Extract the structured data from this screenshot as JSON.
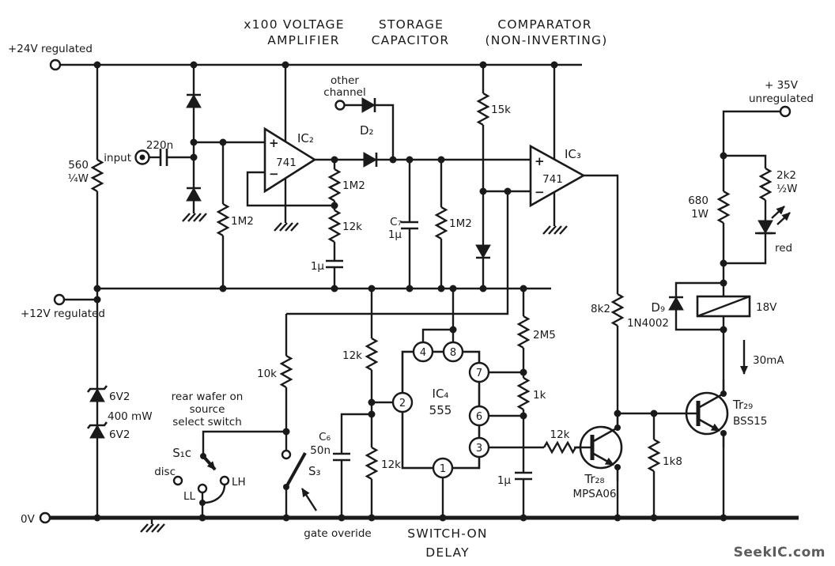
{
  "colors": {
    "ink": "#1a1a1a",
    "watermark": "#5d5d5d",
    "background": "#ffffff"
  },
  "headings": {
    "amp_line1": "x100 VOLTAGE",
    "amp_line2": "AMPLIFIER",
    "storage_line1": "STORAGE",
    "storage_line2": "CAPACITOR",
    "comp_line1": "COMPARATOR",
    "comp_line2": "(NON-INVERTING)",
    "delay_line1": "SWITCH-ON",
    "delay_line2": "DELAY"
  },
  "power": {
    "v24": "+24V regulated",
    "v12": "+12V regulated",
    "v35_line1": "+ 35V",
    "v35_line2": "unregulated",
    "gnd": "0V"
  },
  "input_stage": {
    "input": "input",
    "c220n": "220n",
    "r560_val": "560",
    "r560_pwr": "¼W",
    "r1m2": "1M2",
    "z1": "6V2",
    "z1_pwr": "400 mW",
    "z2": "6V2"
  },
  "amplifier": {
    "ic": "IC₂",
    "part": "741",
    "plus": "+",
    "minus": "−",
    "r_fb": "1M2",
    "r_12k": "12k",
    "c_1u": "1μ"
  },
  "storage": {
    "other_line1": "other",
    "other_line2": "channel",
    "d2": "D₂",
    "c7": "C₇",
    "c7_val": "1μ",
    "r_bleed": "1M2",
    "r15k": "15k"
  },
  "comparator": {
    "ic": "IC₃",
    "part": "741",
    "plus": "+",
    "minus": "−",
    "r8k2": "8k2",
    "r10k": "10k"
  },
  "timer": {
    "ic": "IC₄",
    "part": "555",
    "p1": "1",
    "p2": "2",
    "p3": "3",
    "p4": "4",
    "p6": "6",
    "p7": "7",
    "p8": "8",
    "r2m5": "2M5",
    "r1k": "1k",
    "c1u": "1μ",
    "r12k_top": "12k",
    "r12k_bot": "12k",
    "c6": "C₆",
    "c6_val": "50n",
    "r12k_drive": "12k"
  },
  "switches": {
    "s1c": "S₁c",
    "disc": "disc",
    "lh": "LH",
    "ll": "LL",
    "note_line1": "rear wafer on",
    "note_line2": "source",
    "note_line3": "select switch",
    "s3": "S₃",
    "gate": "gate overide"
  },
  "output": {
    "r680": "680",
    "r680_pwr": "1W",
    "r2k2": "2k2",
    "r2k2_pwr": "½W",
    "led": "red",
    "d9": "D₉",
    "d9_part": "1N4002",
    "relay": "18V",
    "current": "30mA",
    "tr29": "Tr₂₉",
    "tr29_part": "BSS15",
    "tr28": "Tr₂₈",
    "tr28_part": "MPSA06",
    "r1k8": "1k8"
  },
  "watermark": "SeekIC.com"
}
